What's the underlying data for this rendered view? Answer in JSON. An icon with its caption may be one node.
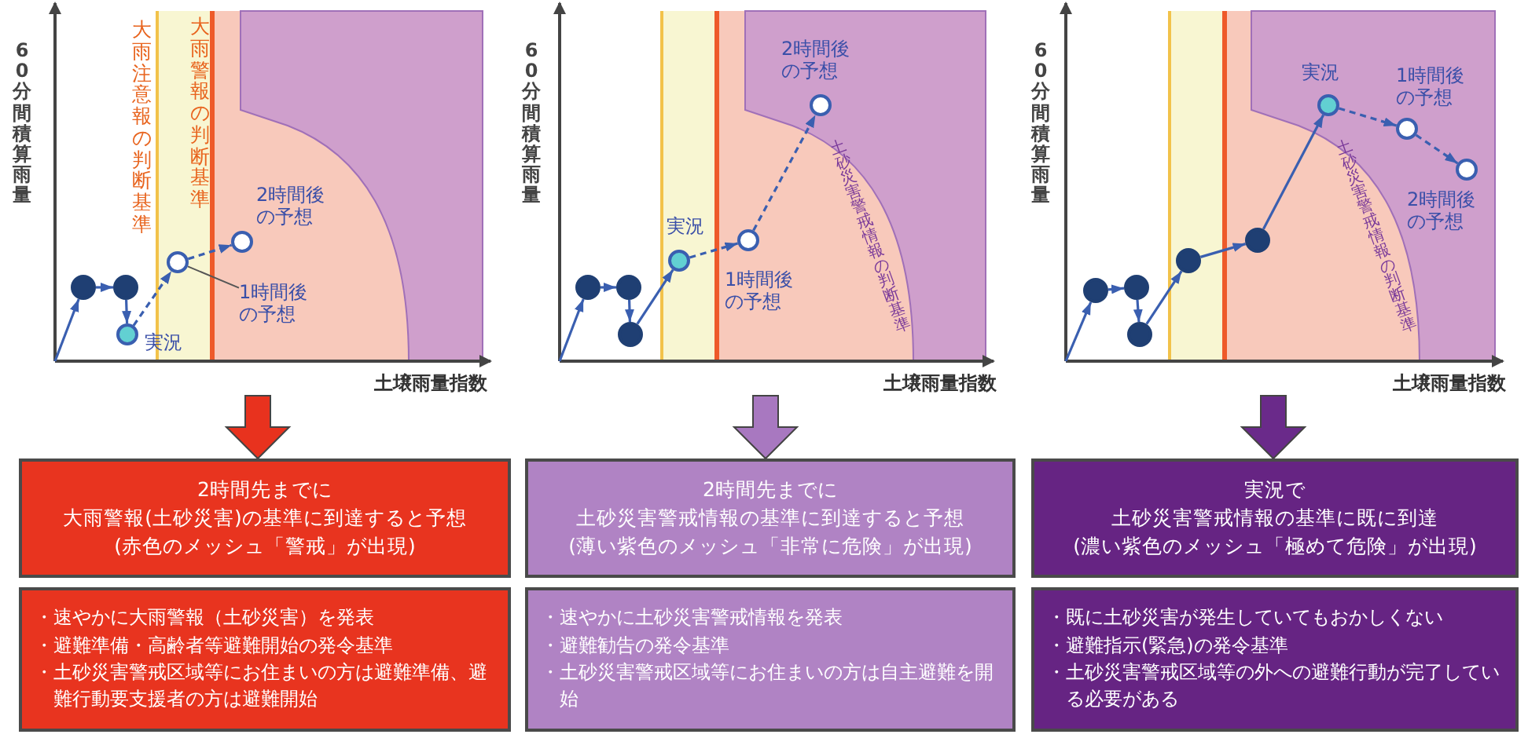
{
  "diagram": {
    "nodes": [
      {
        "text": [
          "60分間積算雨量",
          "土壌雨量指数"
        ]
      },
      {
        "text": [],
        "shape": "circle",
        "in": 0
      },
      {
        "text": [],
        "shape": "circle",
        "in": 0
      },
      {
        "text": [],
        "shape": "circle",
        "in": 0,
        "beside": [
          "実況"
        ]
      },
      {
        "text": [],
        "shape": "circle",
        "in": 0
      },
      {
        "text": [],
        "shape": "circle",
        "in": 0,
        "beside": [
          "2時間後の予想"
        ]
      },
      {
        "text": [
          "1時間後の予想"
        ],
        "in": 0
      },
      {
        "text": [
          "60分間積算雨量",
          "土壌雨量指数"
        ]
      },
      {
        "text": [],
        "shape": "circle",
        "in": 7
      },
      {
        "text": [],
        "shape": "circle",
        "in": 7
      },
      {
        "text": [],
        "shape": "circle",
        "in": 7
      },
      {
        "text": [],
        "shape": "circle",
        "in": 7,
        "beside": [
          "実況"
        ]
      },
      {
        "text": [],
        "shape": "circle",
        "in": 7,
        "beside": [
          "1時間後の予想"
        ]
      },
      {
        "text": [],
        "shape": "circle",
        "in": 7,
        "beside": [
          "2時間後の予想"
        ]
      },
      {
        "text": [
          "60分間積算雨量",
          "土壌雨量指数"
        ]
      },
      {
        "text": [],
        "shape": "circle",
        "in": 14
      },
      {
        "text": [],
        "shape": "circle",
        "in": 14
      },
      {
        "text": [],
        "shape": "circle",
        "in": 14
      },
      {
        "text": [],
        "shape": "circle",
        "in": 14
      },
      {
        "text": [],
        "shape": "circle",
        "in": 14
      },
      {
        "text": [],
        "shape": "circle",
        "in": 14,
        "beside": [
          "実況"
        ]
      },
      {
        "text": [],
        "shape": "circle",
        "in": 14,
        "beside": [
          "1時間後の予想"
        ]
      },
      {
        "text": [],
        "shape": "circle",
        "in": 14,
        "beside": [
          "2時間後の予想"
        ]
      },
      {
        "text": [
          "2時間先までに",
          "大雨警報(土砂災害)の基準に到達すると予想",
          "(赤色のメッシュ「警戒」が出現)"
        ]
      },
      {
        "text": [
          "・速やかに大雨警報（土砂災害）を発表",
          "・避難準備・高齢者等避難開始の発令基準",
          "・土砂災害警戒区域等にお住まいの方は避難準備、避難行動要支援者の方は避難開始"
        ]
      },
      {
        "text": [
          "2時間先までに",
          "土砂災害警戒情報の基準に到達すると予想",
          "(薄い紫色のメッシュ「非常に危険」が出現)"
        ]
      },
      {
        "text": [
          "・速やかに土砂災害警戒情報を発表",
          "・避難勧告の発令基準",
          "・土砂災害警戒区域等にお住まいの方は自主避難を開始"
        ]
      },
      {
        "text": [
          "実況で",
          "土砂災害警戒情報の基準に既に到達",
          "(濃い紫色のメッシュ「極めて危険」が出現)"
        ]
      },
      {
        "text": [
          "・既に土砂災害が発生していてもおかしくない",
          "・避難指示(緊急)の発令基準",
          "・土砂災害警戒区域等の外への避難行動が完了している必要がある"
        ]
      }
    ],
    "edges": [
      {
        "from": null,
        "to": 1,
        "arrow": "to"
      },
      {
        "from": 1,
        "to": 2,
        "arrow": "to"
      },
      {
        "from": 2,
        "to": 3,
        "arrow": "to"
      },
      {
        "from": 3,
        "to": 4,
        "arrow": "to",
        "style": "dashed"
      },
      {
        "from": 4,
        "to": 5,
        "arrow": "to",
        "style": "dashed"
      },
      {
        "from": 6,
        "to": 4,
        "arrow": "none",
        "color": "#555555"
      },
      {
        "from": null,
        "to": 8,
        "arrow": "to"
      },
      {
        "from": 8,
        "to": 9,
        "arrow": "to"
      },
      {
        "from": 9,
        "to": 10,
        "arrow": "to"
      },
      {
        "from": 10,
        "to": 11,
        "arrow": "to"
      },
      {
        "from": 11,
        "to": 12,
        "arrow": "to",
        "style": "dashed"
      },
      {
        "from": 12,
        "to": 13,
        "arrow": "to",
        "style": "dashed"
      },
      {
        "from": null,
        "to": 15,
        "arrow": "to"
      },
      {
        "from": 15,
        "to": 16,
        "arrow": "to"
      },
      {
        "from": 16,
        "to": 17,
        "arrow": "to"
      },
      {
        "from": 17,
        "to": 18,
        "arrow": "to"
      },
      {
        "from": 18,
        "to": 19,
        "arrow": "to"
      },
      {
        "from": 19,
        "to": 20,
        "arrow": "to"
      },
      {
        "from": 20,
        "to": 21,
        "arrow": "to",
        "style": "dashed"
      },
      {
        "from": 21,
        "to": 22,
        "arrow": "to",
        "style": "dashed"
      },
      {
        "from": 0,
        "to": 23,
        "arrow": "to",
        "style": "thick",
        "color": "#e8321e"
      },
      {
        "from": 7,
        "to": 25,
        "arrow": "to",
        "style": "thick",
        "color": "#a878c0"
      },
      {
        "from": 14,
        "to": 27,
        "arrow": "to",
        "style": "thick",
        "color": "#6a2a8a"
      }
    ],
    "labels": [
      "大雨注意報の判断基準",
      "大雨警報の判断基準",
      "土砂災害警戒情報の判断基準",
      "土砂災害警戒情報の判断基準"
    ]
  }
}
